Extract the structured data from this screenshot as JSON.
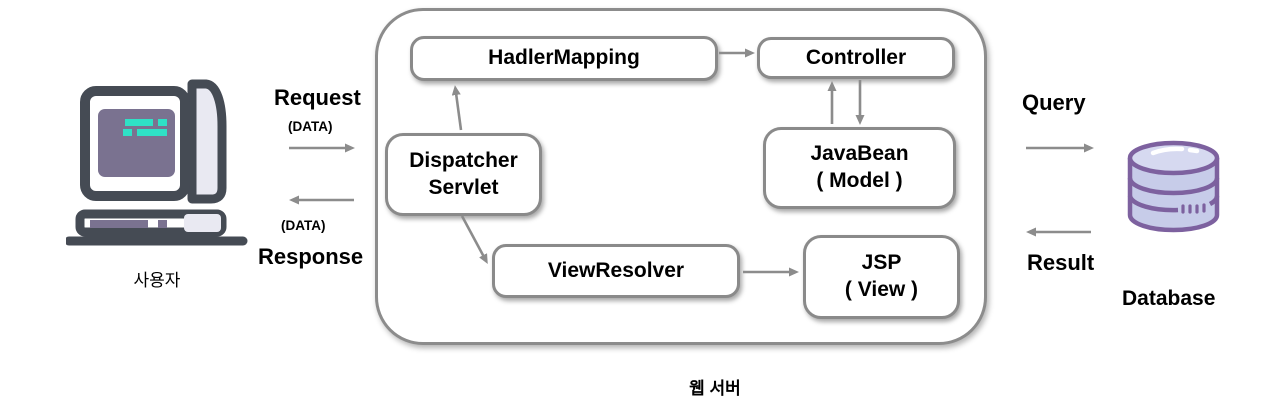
{
  "diagram": {
    "user_label": "사용자",
    "server_label": "웹 서버",
    "database_label": "Database",
    "flows": {
      "request": "Request",
      "request_detail": "(DATA)",
      "response": "Response",
      "response_detail": "(DATA)",
      "query": "Query",
      "result": "Result"
    },
    "nodes": {
      "handler_mapping": {
        "label": "HadlerMapping"
      },
      "controller": {
        "label": "Controller"
      },
      "dispatcher_servlet": {
        "line1": "Dispatcher",
        "line2": "Servlet"
      },
      "javabean": {
        "line1": "JavaBean",
        "line2": "( Model )"
      },
      "view_resolver": {
        "label": "ViewResolver"
      },
      "jsp": {
        "line1": "JSP",
        "line2": "( View )"
      }
    },
    "connections": [
      {
        "from": "user",
        "to": "web_server",
        "label": "Request (DATA)"
      },
      {
        "from": "web_server",
        "to": "user",
        "label": "Response (DATA)"
      },
      {
        "from": "dispatcher_servlet",
        "to": "handler_mapping"
      },
      {
        "from": "handler_mapping",
        "to": "controller"
      },
      {
        "from": "javabean",
        "to": "controller"
      },
      {
        "from": "controller",
        "to": "javabean"
      },
      {
        "from": "dispatcher_servlet",
        "to": "view_resolver"
      },
      {
        "from": "view_resolver",
        "to": "jsp"
      },
      {
        "from": "web_server",
        "to": "database",
        "label": "Query"
      },
      {
        "from": "database",
        "to": "web_server",
        "label": "Result"
      }
    ],
    "icons": {
      "computer": "computer-icon",
      "database": "database-cylinder-icon"
    },
    "colors": {
      "arrow": "#8c8c8c",
      "box_border": "#8a8a8a",
      "computer_dark": "#454b54",
      "computer_screen": "#7a7290",
      "computer_teal": "#2fe1c6",
      "computer_panel": "#e9e9f2",
      "db_outline": "#7d619f",
      "db_fill": "#c7cce9",
      "db_top_fill": "#d6d9f0"
    }
  }
}
